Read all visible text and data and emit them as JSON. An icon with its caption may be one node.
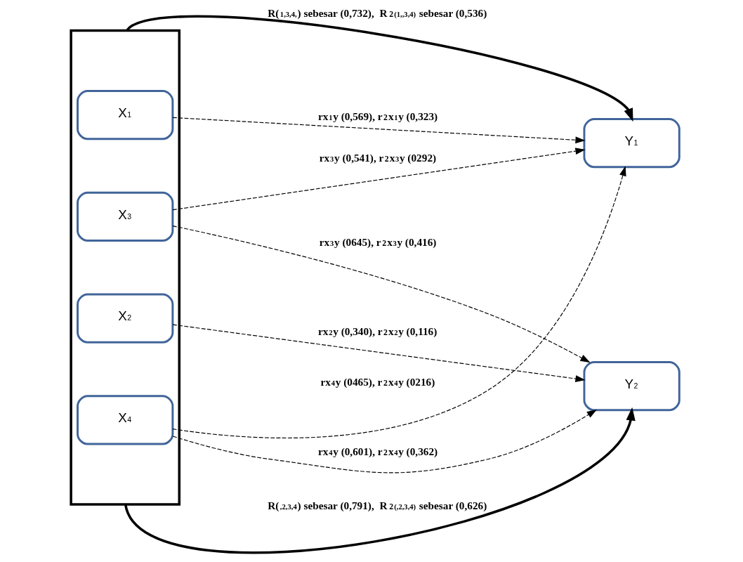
{
  "diagram": {
    "nodes": [
      {
        "text": [],
        "shape": "box"
      },
      {
        "text": [
          "X$_{1}$"
        ],
        "in": 0
      },
      {
        "text": [
          "X$_{2}$"
        ],
        "in": 0
      },
      {
        "text": [
          "X$_{3}$"
        ],
        "in": 0
      },
      {
        "text": [
          "X$_{4}$"
        ],
        "in": 0
      },
      {
        "text": [
          "Y$_{1}$"
        ]
      },
      {
        "text": [
          "Y$_{2}$"
        ]
      }
    ],
    "edges": [
      {
        "from": 0,
        "to": 5,
        "arrow": "to",
        "style": "thick",
        "label": "R($_{1,3,4,}$) sebesar (0,732),  R$^{2}$$_{(1,,3,4)}$ sebesar (0,536)"
      },
      {
        "from": 1,
        "to": 5,
        "arrow": "to",
        "style": "dashed",
        "label": "rx$_{1}$y (0,569), r$^{2}$x$_{1}$y (0,323)"
      },
      {
        "from": 3,
        "to": 5,
        "arrow": "to",
        "style": "dashed",
        "label": "rx$_{3}$y (0,541), r$^{2}$x$_{3}$y (0292)"
      },
      {
        "from": 4,
        "to": 5,
        "arrow": "to",
        "style": "dashed",
        "label": "rx$_{4}$y (0465), r$^{2}$x$_{4}$y (0216)"
      },
      {
        "from": 2,
        "to": 6,
        "arrow": "to",
        "style": "dashed",
        "label": "rx$_{2}$y (0,340), r$^{2}$x$_{2}$y (0,116)"
      },
      {
        "from": 3,
        "to": 6,
        "arrow": "to",
        "style": "dashed",
        "label": "rx$_{3}$y (0645), r$^{2}$x$_{3}$y (0,416)"
      },
      {
        "from": 4,
        "to": 6,
        "arrow": "to",
        "style": "dashed",
        "label": "rx$_{4}$y (0,601), r$^{2}$x$_{4}$y (0,362)"
      },
      {
        "from": 0,
        "to": 6,
        "arrow": "to",
        "style": "thick",
        "label": "R($_{,2,3,4}$) sebesar (0,791),  R$^{2}$$_{(,2,3,4)}$ sebesar (0,626)"
      }
    ]
  }
}
